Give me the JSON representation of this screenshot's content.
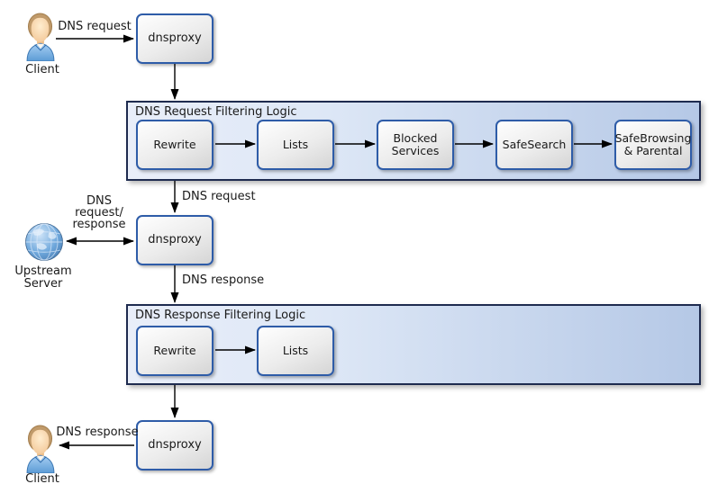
{
  "colors": {
    "canvas_bg": "#ffffff",
    "container_border": "#1e2b4f",
    "container_fill_left": "#e9eef9",
    "container_fill_right": "#b5c8e6",
    "node_border": "#2e5ca8",
    "node_fill_top": "#fefefe",
    "node_fill_bottom": "#d5d5d5",
    "arrow_color": "#000000",
    "text_color": "#1a1a1a"
  },
  "nodes": {
    "client_top": {
      "label": "Client"
    },
    "dnsproxy_top": {
      "label": "dnsproxy"
    },
    "dnsproxy_middle": {
      "label": "dnsproxy"
    },
    "dnsproxy_bottom": {
      "label": "dnsproxy"
    },
    "upstream_server": {
      "label": "Upstream\nServer"
    },
    "client_bottom": {
      "label": "Client"
    }
  },
  "containers": {
    "request_filter": {
      "title": "DNS Request Filtering Logic",
      "steps": [
        "Rewrite",
        "Lists",
        "Blocked\nServices",
        "SafeSearch",
        "SafeBrowsing\n& Parental"
      ]
    },
    "response_filter": {
      "title": "DNS Response Filtering Logic",
      "steps": [
        "Rewrite",
        "Lists"
      ]
    }
  },
  "edge_labels": {
    "client_to_proxy": "DNS request",
    "filter_in": "DNS request",
    "proxy_upstream": "DNS\nrequest/\nresponse",
    "filter_out": "DNS response",
    "proxy_to_client": "DNS response"
  }
}
